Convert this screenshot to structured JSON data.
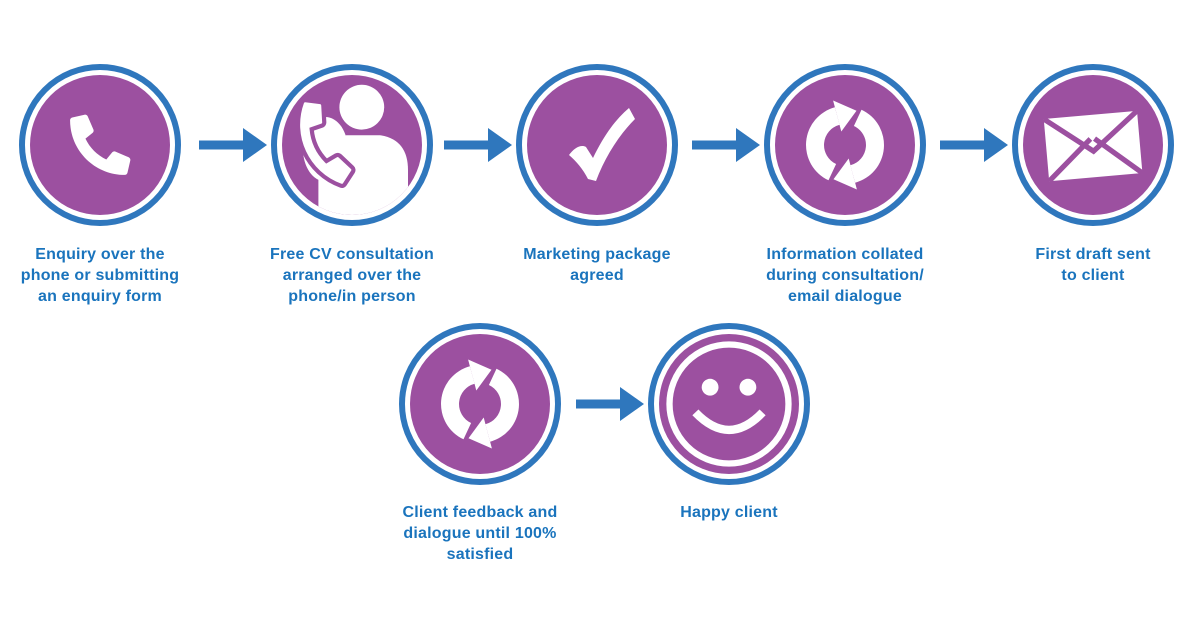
{
  "diagram": {
    "name": "CV service process flow",
    "colors": {
      "purple": "#9c50a0",
      "blue": "#2f77bd",
      "text_blue": "#1a74bd",
      "icon_white": "#ffffff"
    },
    "rows": [
      {
        "steps": [
          {
            "icon": "phone-icon",
            "label_lines": [
              "Enquiry over the",
              "phone or submitting",
              "an enquiry form"
            ]
          },
          {
            "icon": "cv-consultation-icon",
            "label_lines": [
              "Free CV consultation",
              "arranged over the",
              "phone/in person"
            ]
          },
          {
            "icon": "checkmark-icon",
            "label_lines": [
              "Marketing package",
              "agreed"
            ]
          },
          {
            "icon": "sync-arrows-icon",
            "label_lines": [
              "Information collated",
              "during consultation/",
              "email dialogue"
            ]
          },
          {
            "icon": "envelope-icon",
            "label_lines": [
              "First draft sent",
              "to client"
            ]
          }
        ]
      },
      {
        "steps": [
          {
            "icon": "sync-arrows-icon",
            "label_lines": [
              "Client feedback and",
              "dialogue until 100%",
              "satisfied"
            ]
          },
          {
            "icon": "smiley-icon",
            "label_lines": [
              "Happy client"
            ]
          }
        ]
      }
    ]
  }
}
